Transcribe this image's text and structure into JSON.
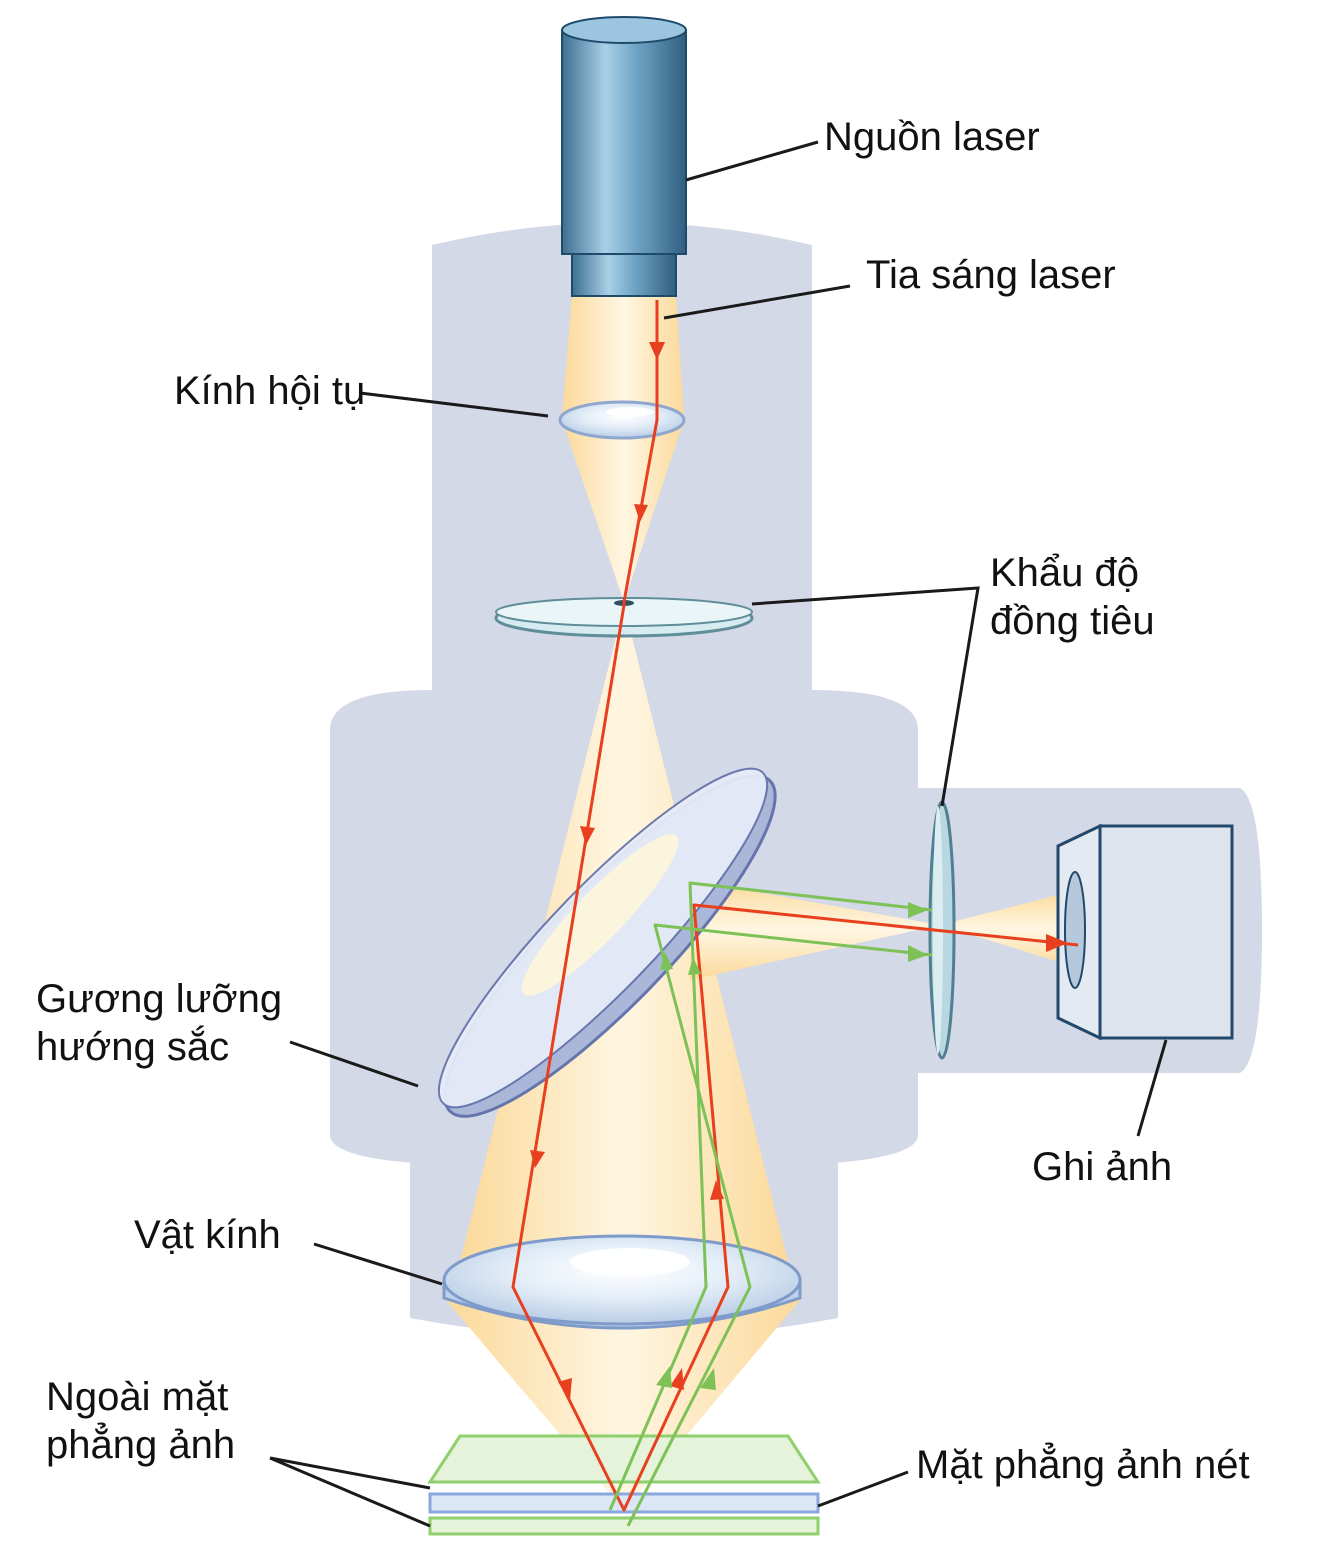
{
  "labels": {
    "laser_source": "Nguồn laser",
    "laser_beam": "Tia sáng laser",
    "condenser_lens": "Kính hội tụ",
    "confocal_aperture_line1": "Khẩu độ",
    "confocal_aperture_line2": "đồng tiêu",
    "dichroic_mirror_line1": "Gương lưỡng",
    "dichroic_mirror_line2": "hướng sắc",
    "detector": "Ghi ảnh",
    "objective_lens": "Vật kính",
    "out_of_focus_line1": "Ngoài mặt",
    "out_of_focus_line2": "phẳng ảnh",
    "focal_plane": "Mặt phẳng ảnh nét"
  },
  "colors": {
    "housing": "#d3d9e6",
    "laser_body": "#5b8fb0",
    "light_cone": "#fde5b3",
    "excitation_ray": "#e8401e",
    "emission_ray": "#7dc157",
    "lens_glass": "#d7e5f4",
    "lens_edge": "#8fa7cf",
    "focal_plane": "#b9d0ee",
    "off_plane": "#b8e1a3",
    "leader_line": "#1a1a1a"
  }
}
